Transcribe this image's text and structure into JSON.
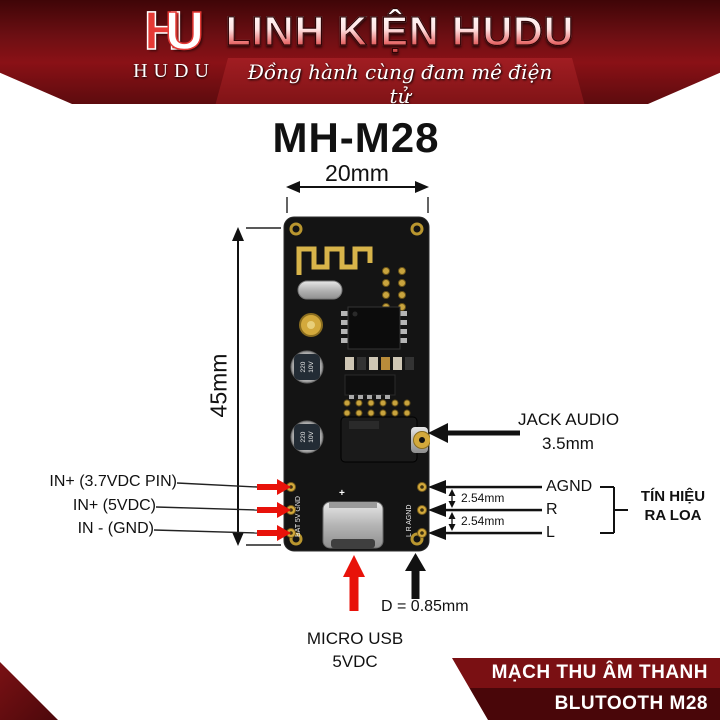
{
  "header": {
    "brand": "LINH KIỆN HUDU",
    "monogram": {
      "left": "H",
      "right": "U"
    },
    "logo_word": "HUDU",
    "tagline": "Đồng hành cùng đam mê điện tử"
  },
  "product": {
    "model": "MH-M28"
  },
  "dimensions": {
    "width": "20mm",
    "height": "45mm",
    "pin_pitch_1": "2.54mm",
    "pin_pitch_2": "2.54mm",
    "hole_diameter": "D = 0.85mm"
  },
  "callouts": {
    "power_inputs": [
      "IN+ (3.7VDC PIN)",
      "IN+ (5VDC)",
      "IN - (GND)"
    ],
    "audio_jack": {
      "line1": "JACK AUDIO",
      "line2": "3.5mm"
    },
    "output_pins": [
      "AGND",
      "R",
      "L"
    ],
    "speaker_signal": {
      "line1": "TÍN HIỆU",
      "line2": "RA LOA"
    },
    "usb": {
      "line1": "MICRO USB",
      "line2": "5VDC"
    }
  },
  "pcb": {
    "cap_line1": "220",
    "cap_line2": "10V",
    "silkscreen_left": "BAT 5V GND",
    "silkscreen_right": "L R AGND",
    "usb_plus": "+"
  },
  "footer": {
    "line1": "MẠCH THU ÂM THANH",
    "line2": "BLUTOOTH M28"
  },
  "colors": {
    "banner_red": "#6d0f13",
    "banner_dark": "#3f0507",
    "arrow_red": "#e8120a",
    "pcb_black": "#141414",
    "gold": "#cfa63e"
  }
}
